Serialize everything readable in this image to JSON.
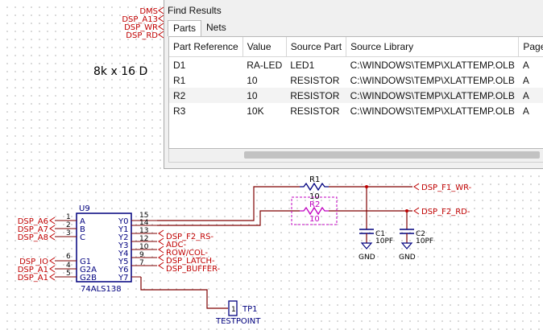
{
  "find_results": {
    "title": "Find Results",
    "tabs": [
      "Parts",
      "Nets"
    ],
    "columns": [
      "Part Reference",
      "Value",
      "Source Part",
      "Source Library",
      "Page"
    ],
    "rows": [
      [
        "D1",
        "RA-LED",
        "LED1",
        "C:\\WINDOWS\\TEMP\\XLATTEMP.OLB",
        "A"
      ],
      [
        "R1",
        "10",
        "RESISTOR",
        "C:\\WINDOWS\\TEMP\\XLATTEMP.OLB",
        "A"
      ],
      [
        "R2",
        "10",
        "RESISTOR",
        "C:\\WINDOWS\\TEMP\\XLATTEMP.OLB",
        "A"
      ],
      [
        "R3",
        "10K",
        "RESISTOR",
        "C:\\WINDOWS\\TEMP\\XLATTEMP.OLB",
        "A"
      ]
    ]
  },
  "schematic": {
    "top_ports": [
      "DMS",
      "DSP_A13",
      "DSP_WR",
      "DSP_RD"
    ],
    "block_label": "8k x 16 D",
    "u9": {
      "ref": "U9",
      "part": "74ALS138",
      "left_pins": [
        {
          "num": "1",
          "name": "A",
          "net": "DSP_A6"
        },
        {
          "num": "2",
          "name": "B",
          "net": "DSP_A7"
        },
        {
          "num": "3",
          "name": "C",
          "net": "DSP_A8"
        },
        {
          "num": "6",
          "name": "G1",
          "net": "DSP_IO"
        },
        {
          "num": "4",
          "name": "G2A",
          "net": "DSP_A1"
        },
        {
          "num": "5",
          "name": "G2B",
          "net": "DSP_A1"
        }
      ],
      "right_pins": [
        {
          "num": "15",
          "name": "Y0",
          "net": ""
        },
        {
          "num": "14",
          "name": "Y1",
          "net": ""
        },
        {
          "num": "13",
          "name": "Y2",
          "net": "DSP_F2_RS-"
        },
        {
          "num": "12",
          "name": "Y3",
          "net": "ADC-"
        },
        {
          "num": "10",
          "name": "Y4",
          "net": "ROW/COL-"
        },
        {
          "num": "9",
          "name": "Y5",
          "net": "DSP_LATCH-"
        },
        {
          "num": "7",
          "name": "Y6",
          "net": "DSP_BUFFER-"
        },
        {
          "num": "",
          "name": "Y7",
          "net": ""
        }
      ]
    },
    "r1": {
      "ref": "R1",
      "value": "10"
    },
    "r2": {
      "ref": "R2",
      "value": "10"
    },
    "c1": {
      "ref": "C1",
      "value": "10PF"
    },
    "c2": {
      "ref": "C2",
      "value": "10PF"
    },
    "gnd": "GND",
    "net_f1": "DSP_F1_WR-",
    "net_f2": "DSP_F2_RD-",
    "tp1": {
      "ref": "TP1",
      "pin": "1",
      "value": "TESTPOINT"
    },
    "colors": {
      "wire": "#7f0000",
      "port": "#c00000",
      "part": "#00007f",
      "selected": "#c000c0",
      "text": "#000000"
    }
  }
}
